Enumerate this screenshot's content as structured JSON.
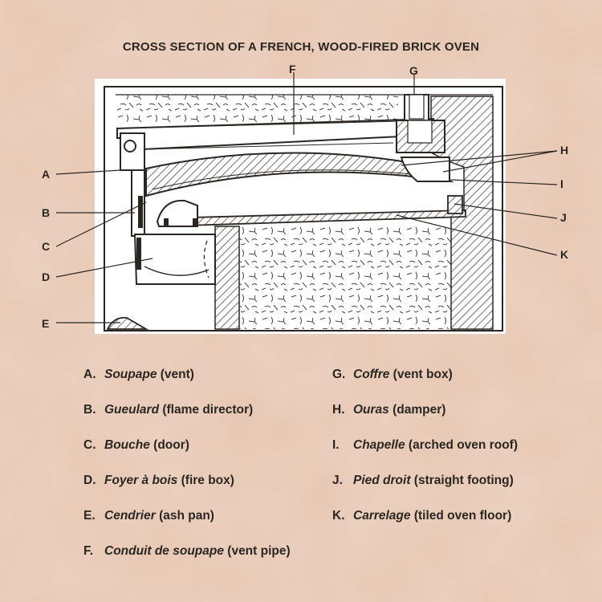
{
  "title": "CROSS SECTION OF A FRENCH, WOOD-FIRED BRICK OVEN",
  "callout_labels": [
    "A",
    "B",
    "C",
    "D",
    "E",
    "F",
    "G",
    "H",
    "I",
    "J",
    "K"
  ],
  "legend": [
    {
      "letter": "A.",
      "term": "Soupape",
      "gloss": "(vent)"
    },
    {
      "letter": "B.",
      "term": "Gueulard",
      "gloss": "(flame director)"
    },
    {
      "letter": "C.",
      "term": "Bouche",
      "gloss": "(door)"
    },
    {
      "letter": "D.",
      "term": "Foyer à bois",
      "gloss": "(fire box)"
    },
    {
      "letter": "E.",
      "term": "Cendrier",
      "gloss": "(ash pan)"
    },
    {
      "letter": "F.",
      "term": "Conduit de soupape",
      "gloss": "(vent pipe)"
    },
    {
      "letter": "G.",
      "term": "Coffre",
      "gloss": "(vent box)"
    },
    {
      "letter": "H.",
      "term": "Ouras",
      "gloss": "(damper)"
    },
    {
      "letter": "I.",
      "term": "Chapelle",
      "gloss": "(arched oven roof)"
    },
    {
      "letter": "J.",
      "term": "Pied droit",
      "gloss": "(straight footing)"
    },
    {
      "letter": "K.",
      "term": "Carrelage",
      "gloss": "(tiled oven floor)"
    }
  ],
  "colors": {
    "background": "#e6c6b2",
    "panel": "#ffffff",
    "ink": "#2b2622"
  }
}
